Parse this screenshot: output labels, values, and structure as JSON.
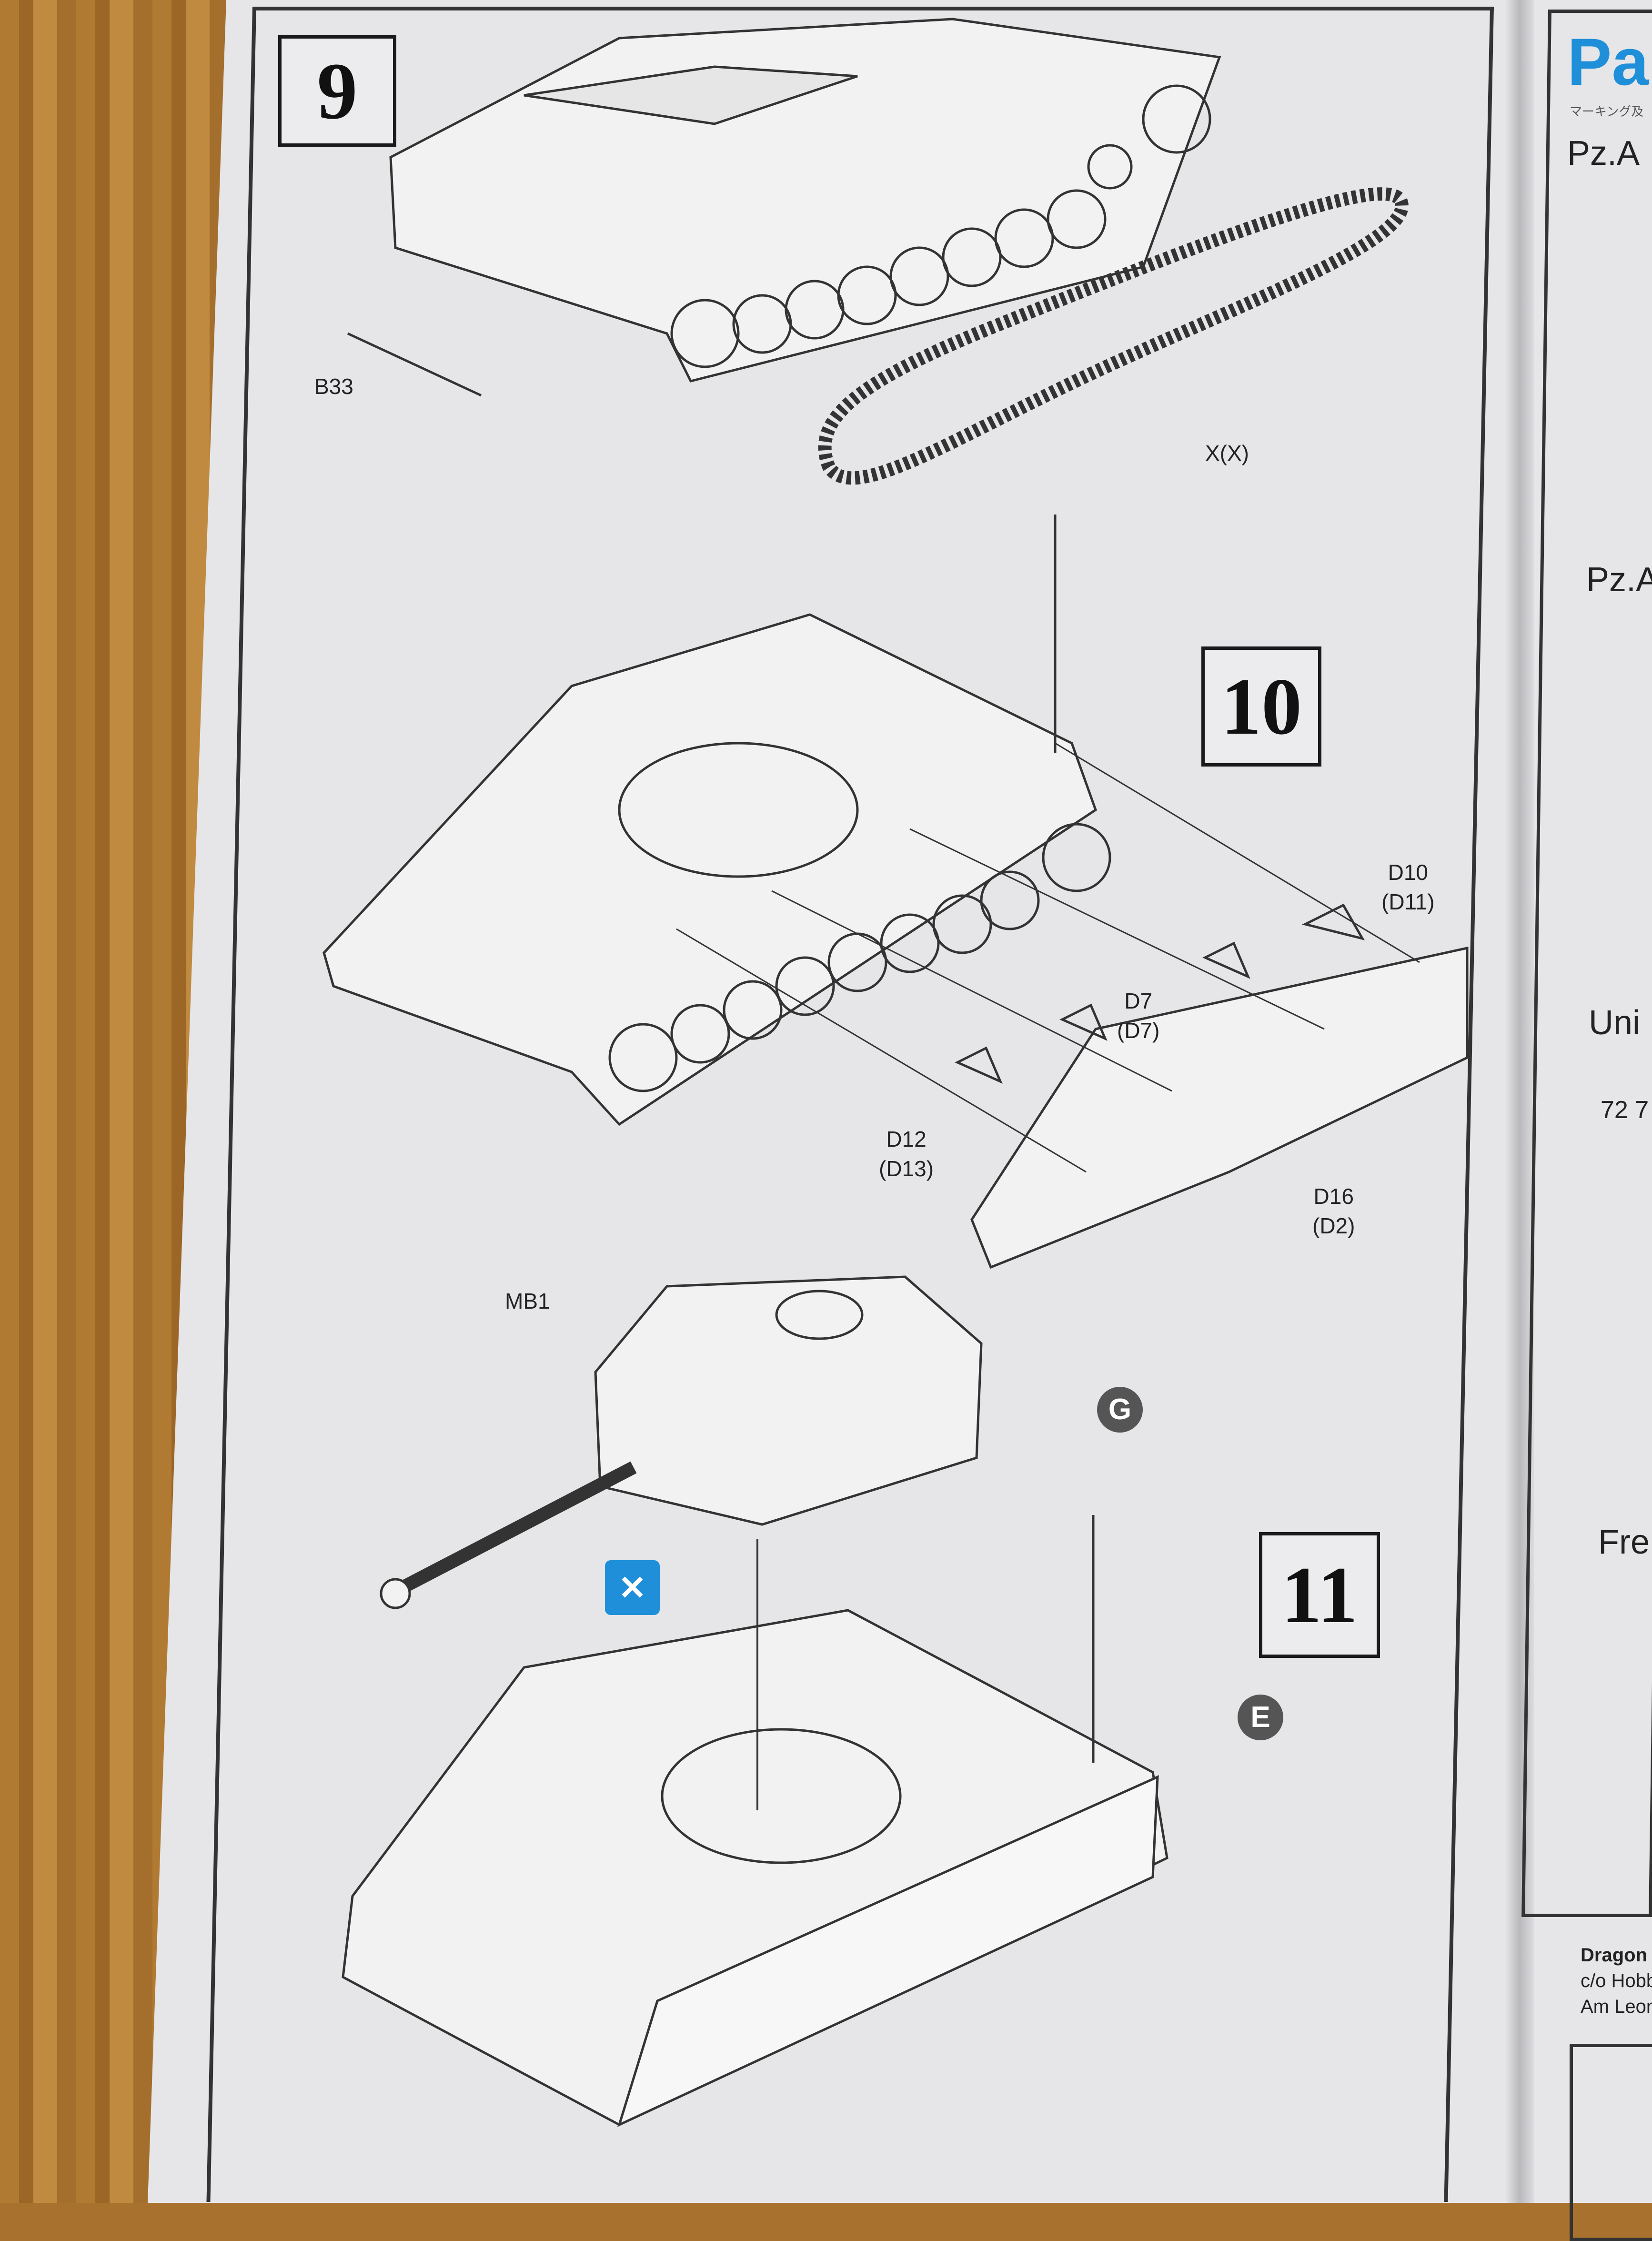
{
  "steps": {
    "step9": {
      "number": "9",
      "labels": {
        "b33": "B33",
        "track": "X(X)"
      }
    },
    "step10": {
      "number": "10",
      "labels": {
        "d10": "D10",
        "d10_alt": "(D11)",
        "d7": "D7",
        "d7_alt": "(D7)",
        "d12": "D12",
        "d12_alt": "(D13)",
        "d16": "D16",
        "d16_alt": "(D2)"
      }
    },
    "step11": {
      "number": "11",
      "labels": {
        "mb1": "MB1",
        "turret_marker": "G",
        "hull_marker": "E"
      },
      "glue_icon": "no-glue-icon"
    }
  },
  "right_page": {
    "title_fragment": "Pa",
    "subtitle_fragment": "マーキング及",
    "section1": "Pz.A",
    "section2": "Pz.A",
    "section3": "Uni",
    "paint_codes": "72 7",
    "section4": "Fre",
    "footer": [
      "Dragon",
      "c/o Hobb",
      "Am Leon"
    ]
  },
  "colors": {
    "accent_blue": "#1e8fd8",
    "marker_grey": "#555555"
  }
}
